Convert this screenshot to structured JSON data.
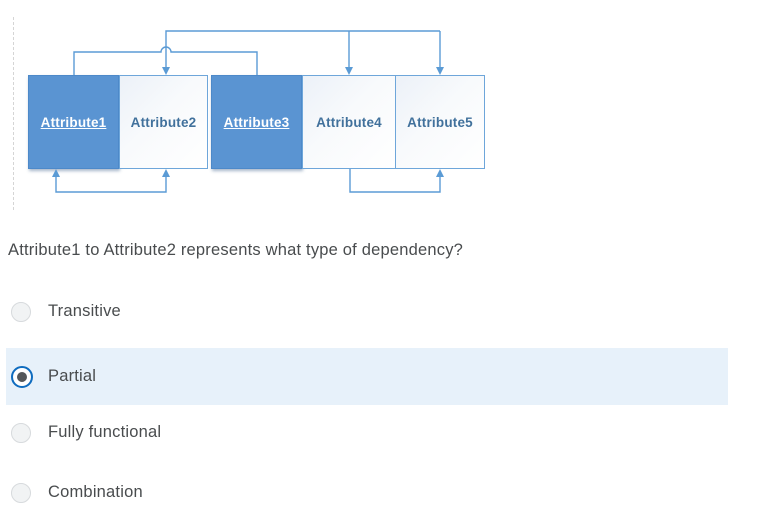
{
  "diagram": {
    "boxes": [
      {
        "label": "Attribute1",
        "key": true
      },
      {
        "label": "Attribute2",
        "key": false
      },
      {
        "label": "Attribute3",
        "key": true
      },
      {
        "label": "Attribute4",
        "key": false
      },
      {
        "label": "Attribute5",
        "key": false
      }
    ],
    "connectors": [
      {
        "name": "top-span-arrows",
        "arrow_targets": [
          "Attribute2",
          "Attribute4",
          "Attribute5"
        ]
      },
      {
        "name": "key-bracket",
        "connects": [
          "Attribute1",
          "Attribute3"
        ]
      },
      {
        "name": "bottom-left-loop",
        "connects": [
          "Attribute1",
          "Attribute2"
        ],
        "arrowheads": "both-ends"
      },
      {
        "name": "bottom-right-loop",
        "from": "Attribute4",
        "to": "Attribute5",
        "arrowheads": "Attribute5-end"
      }
    ],
    "colors": {
      "key_box_fill": "#5a94d2",
      "key_box_text": "#ffffff",
      "nonkey_box_text": "#41719c",
      "box_border": "#6ea6da",
      "connector_line": "#5b9bd5",
      "dashed_guide": "#d5d5d5"
    }
  },
  "question": {
    "text": "Attribute1 to Attribute2 represents what type of dependency?"
  },
  "options": [
    {
      "label": "Transitive",
      "selected": false
    },
    {
      "label": "Partial",
      "selected": true
    },
    {
      "label": "Fully functional",
      "selected": false
    },
    {
      "label": "Combination",
      "selected": false
    }
  ],
  "colors": {
    "selected_row_background": "#e7f1fa",
    "radio_selected_ring": "#0f6cbf",
    "radio_selected_dot": "#54575a",
    "radio_unselected_fill": "#f1f3f4",
    "body_text": "#494c4e"
  }
}
